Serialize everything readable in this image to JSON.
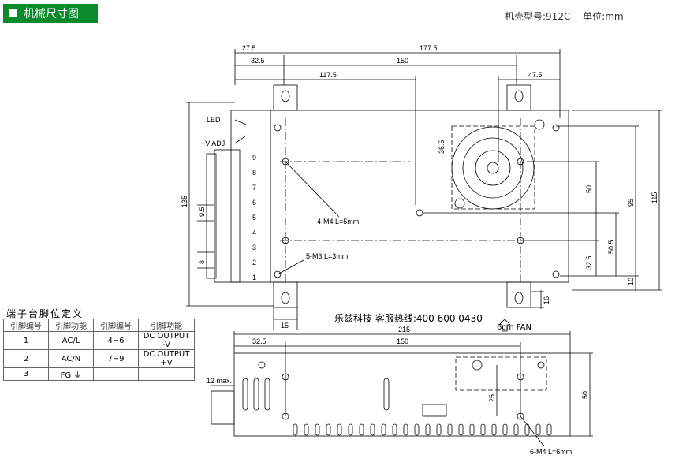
{
  "header": {
    "title": "机械尺寸图"
  },
  "model": {
    "case": "机壳型号:912C",
    "unit": "单位:mm"
  },
  "dims": {
    "d27_5": "27.5",
    "d177_5": "177.5",
    "d32_5": "32.5",
    "d150": "150",
    "d117_5": "117.5",
    "d47_5": "47.5",
    "d36_5": "36.5",
    "d50": "50",
    "d95": "95",
    "d115": "115",
    "d50_5": "50.5",
    "d32_5b": "32.5",
    "d10": "10",
    "d135": "135",
    "d9_5": "9.5",
    "d8": "8",
    "d15": "15",
    "d16": "16",
    "d215": "215",
    "d32_5c": "32.5",
    "d150b": "150",
    "d25": "25",
    "d50b": "50",
    "d12max": "12 max."
  },
  "labels": {
    "led": "LED",
    "vadj": "+V ADJ.",
    "m4": "4-M4 L=5mm",
    "m3": "5-M3 L=3mm",
    "m4b": "6-M4 L=6mm",
    "fan": "6cm FAN",
    "hotline": "乐兹科技 客服热线:400 600 0430"
  },
  "terminals": [
    "9",
    "8",
    "7",
    "6",
    "5",
    "4",
    "3",
    "2",
    "1"
  ],
  "pin_table": {
    "title": "端子台脚位定义",
    "headers": [
      "引脚编号",
      "引脚功能",
      "引脚编号",
      "引脚功能"
    ],
    "rows": [
      [
        "1",
        "AC/L",
        "4~6",
        "DC OUTPUT -V"
      ],
      [
        "2",
        "AC/N",
        "7~9",
        "DC OUTPUT +V"
      ],
      [
        "3",
        "FG ⏚",
        "",
        ""
      ]
    ]
  }
}
